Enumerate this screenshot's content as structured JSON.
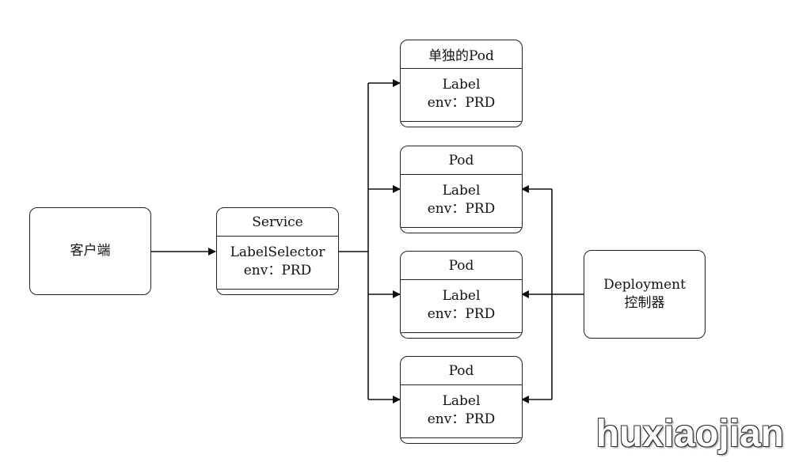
{
  "client": {
    "label": "客户端"
  },
  "service": {
    "title": "Service",
    "selector_label": "LabelSelector",
    "selector_value": "env：PRD"
  },
  "pods": [
    {
      "title": "单独的Pod",
      "label_title": "Label",
      "label_value": "env：PRD"
    },
    {
      "title": "Pod",
      "label_title": "Label",
      "label_value": "env：PRD"
    },
    {
      "title": "Pod",
      "label_title": "Label",
      "label_value": "env：PRD"
    },
    {
      "title": "Pod",
      "label_title": "Label",
      "label_value": "env：PRD"
    }
  ],
  "deployment": {
    "line1": "Deployment",
    "line2": "控制器"
  },
  "watermark": "huxiaojian",
  "colors": {
    "stroke": "#222222",
    "background": "#ffffff"
  }
}
